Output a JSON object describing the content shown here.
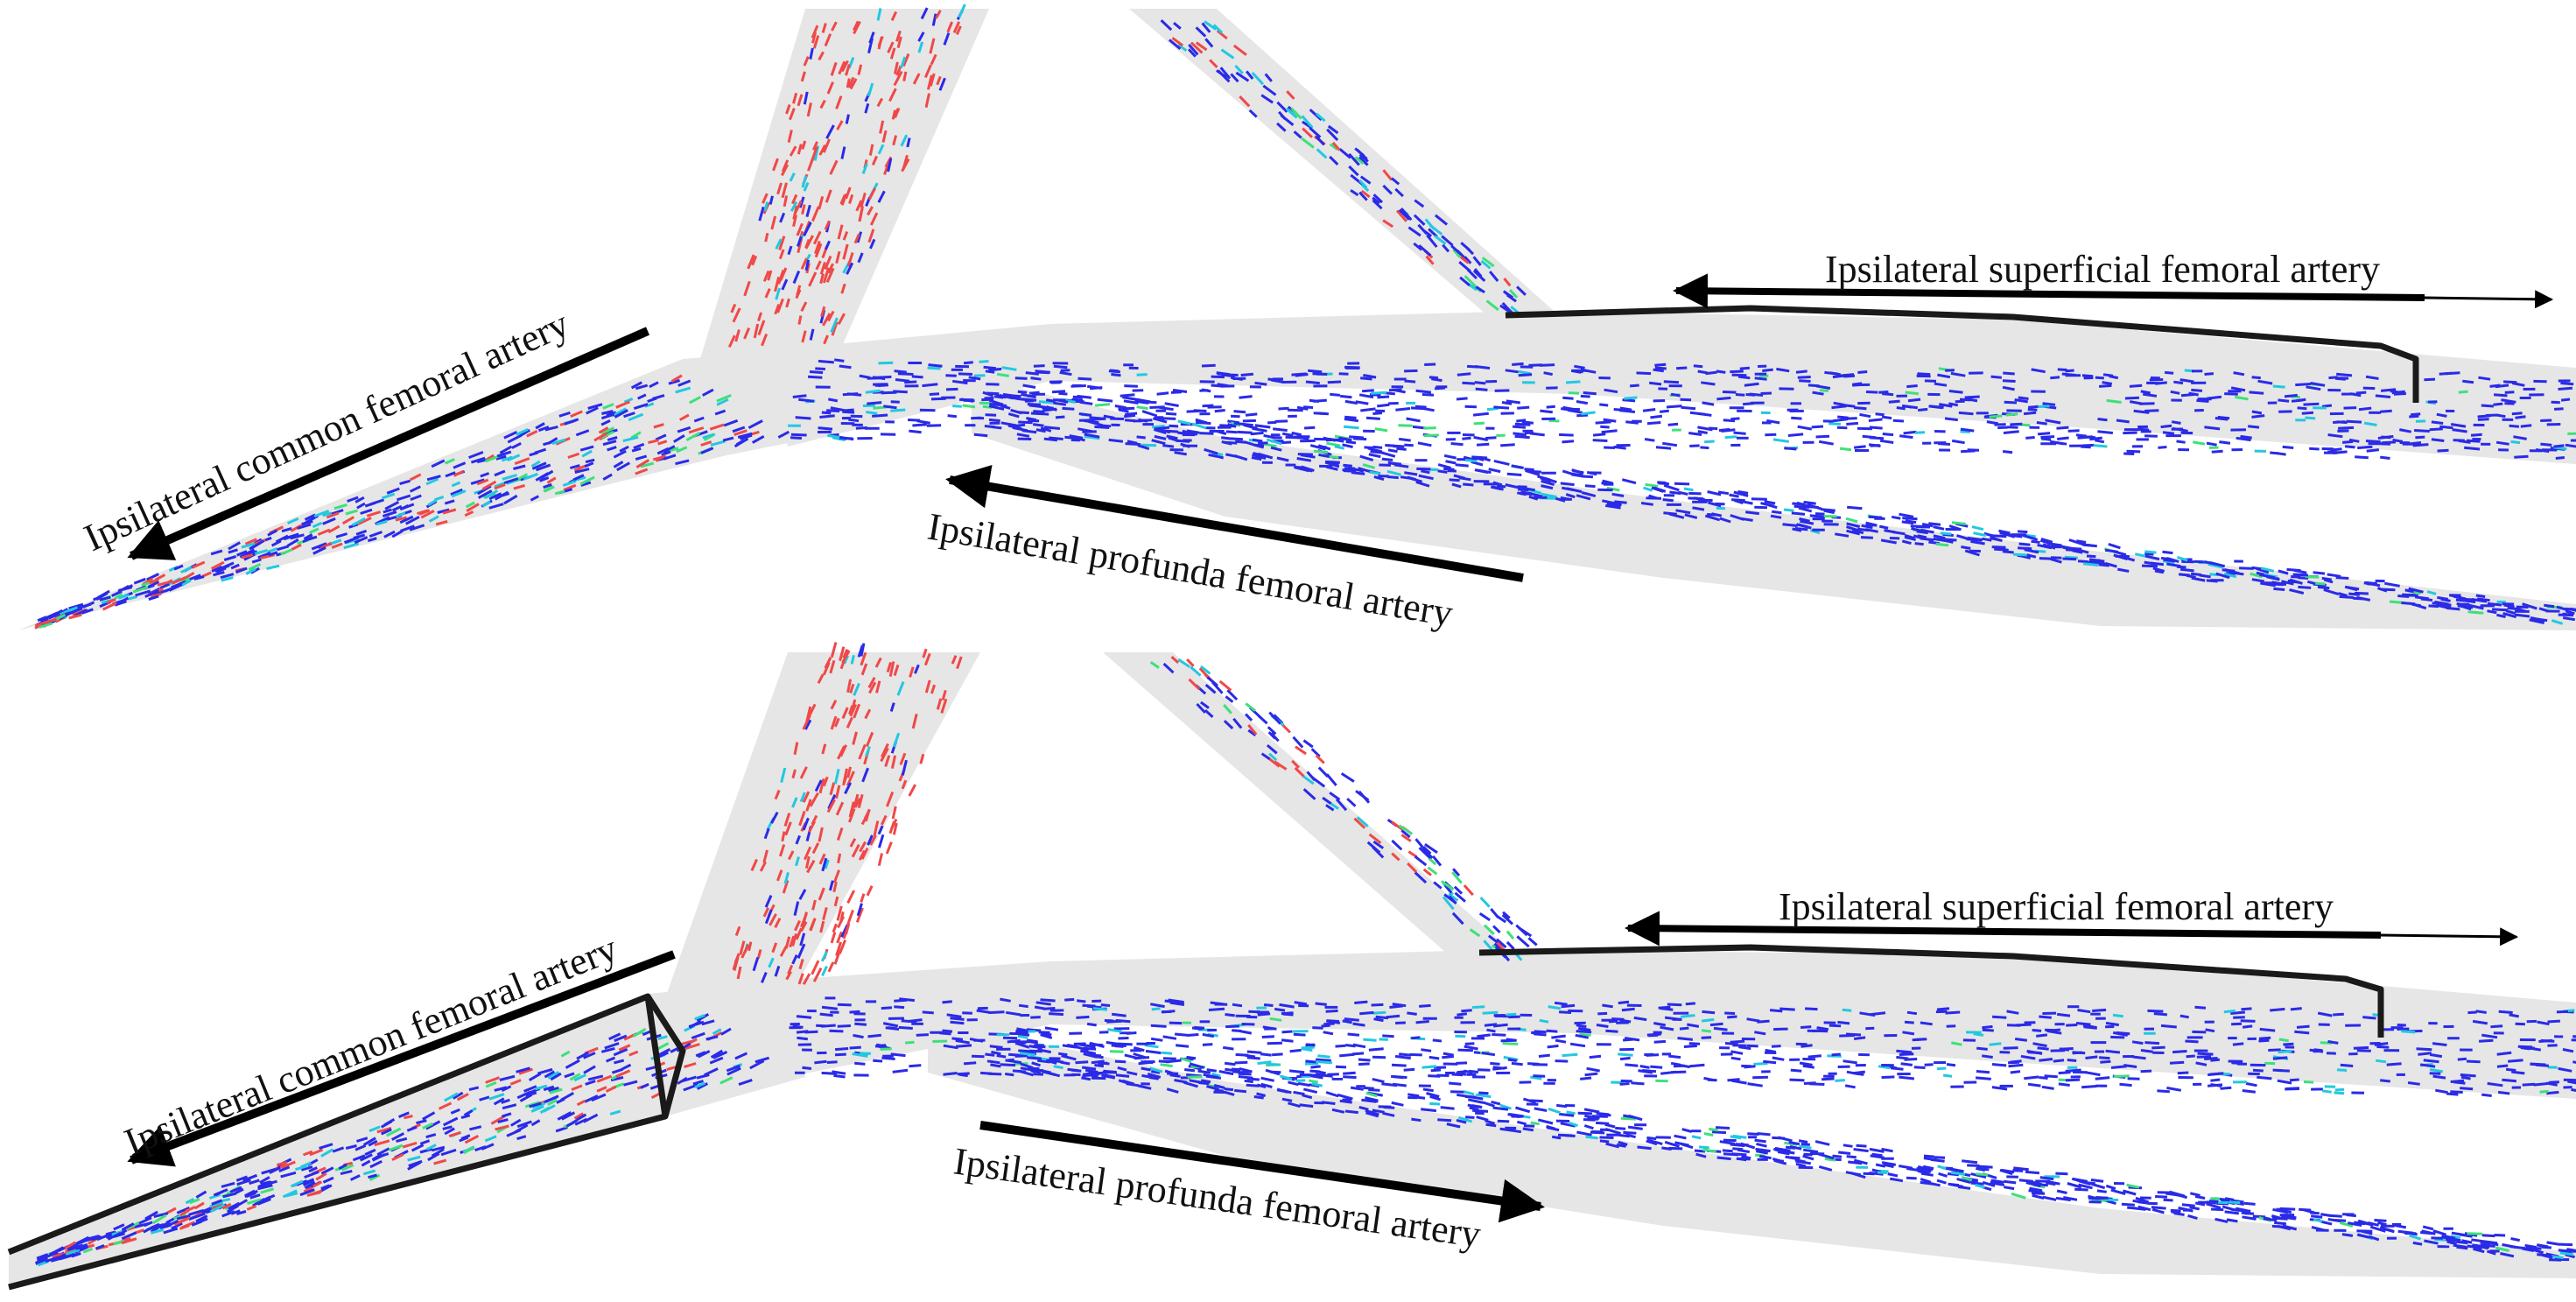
{
  "panels": [
    {
      "id": "top",
      "labels": {
        "common": "Ipsilateral  common femoral artery",
        "profunda": "Ipsilateral  profunda femoral artery",
        "superficial": "Ipsilateral  superficial femoral artery"
      }
    },
    {
      "id": "bottom",
      "labels": {
        "common": "Ipsilateral  common femoral artery",
        "profunda": "Ipsilateral  profunda femoral artery",
        "superficial": "Ipsilateral  superficial femoral artery"
      }
    }
  ],
  "colors": {
    "vessel": "#e6e6e6",
    "vector_low": "#2a2ae8",
    "vector_mid": "#22c8e0",
    "vector_midhigh": "#3ee07a",
    "vector_high": "#f04848",
    "arrow": "#000000"
  }
}
